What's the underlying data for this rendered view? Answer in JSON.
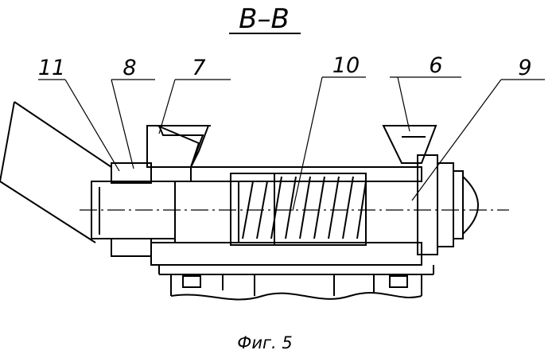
{
  "section_label": "В–В",
  "labels": {
    "l11": "11",
    "l8": "8",
    "l7": "7",
    "l10": "10",
    "l6": "6",
    "l9": "9"
  },
  "caption": "Фиг. 5"
}
